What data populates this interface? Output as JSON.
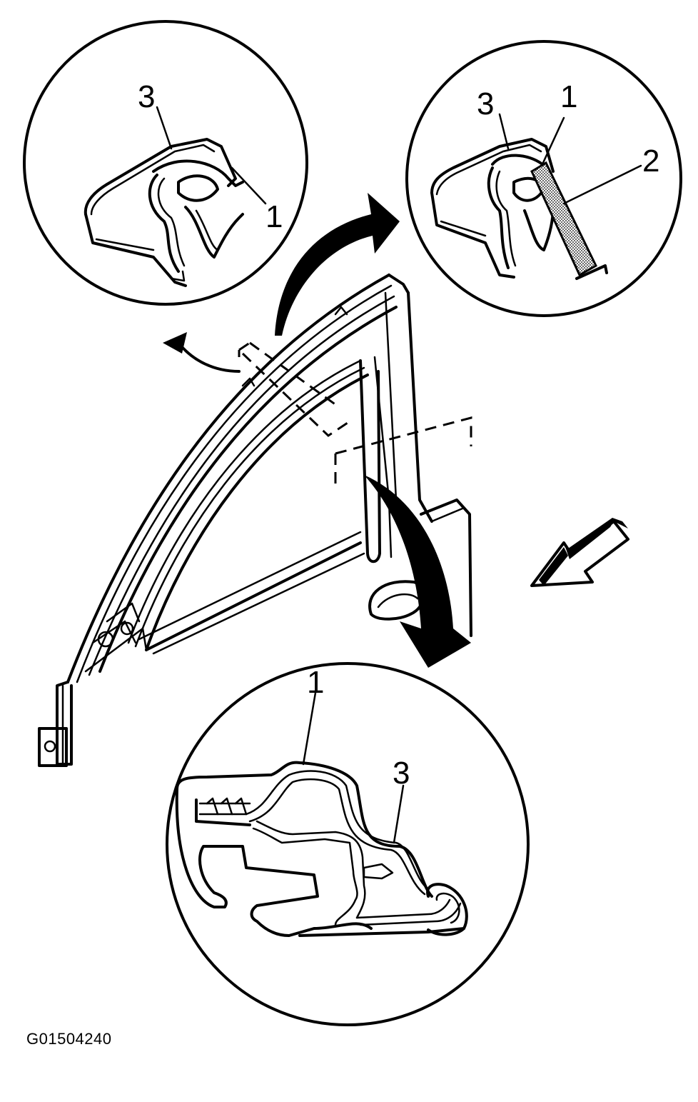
{
  "callouts": {
    "top_left_3": "3",
    "top_left_1": "1",
    "top_right_3": "3",
    "top_right_1": "1",
    "top_right_2": "2",
    "bottom_1": "1",
    "bottom_3": "3"
  },
  "figure_id": "G01504240",
  "colors": {
    "ink": "#000000",
    "paper": "#ffffff",
    "tape_fill": "#999999"
  }
}
